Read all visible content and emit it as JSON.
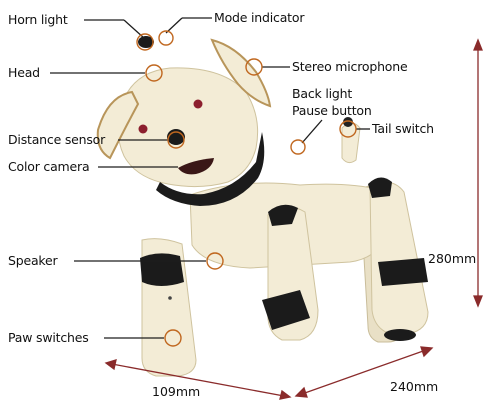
{
  "labels": {
    "horn_light": "Horn light",
    "mode_indicator": "Mode indicator",
    "head": "Head",
    "stereo_microphone": "Stereo microphone",
    "back_light": "Back light",
    "pause_button": "Pause button",
    "tail_switch": "Tail switch",
    "distance_sensor": "Distance sensor",
    "color_camera": "Color camera",
    "speaker": "Speaker",
    "paw_switches": "Paw switches"
  },
  "dimensions": {
    "height": "280mm",
    "width": "109mm",
    "length": "240mm"
  },
  "colors": {
    "body": "#f3ecd6",
    "body_shade": "#dcd0ad",
    "ear_edge": "#b8955a",
    "collar": "#1b1b1b",
    "eye": "#8c1f2e",
    "callout": "#c0671f",
    "dimension_arrow": "#8a2b2b"
  }
}
